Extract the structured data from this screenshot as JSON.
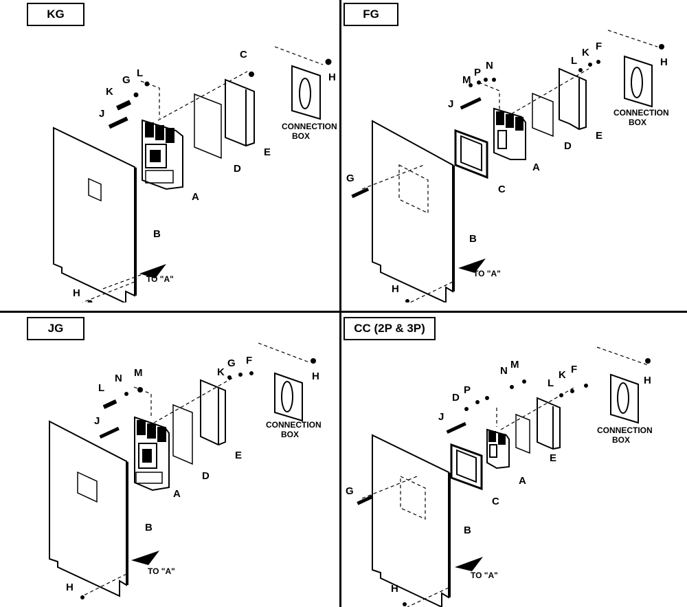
{
  "quadrants": [
    {
      "title": "KG",
      "to_a": "TO \"A\"",
      "connection_box": [
        "CONNECTION",
        "BOX"
      ],
      "labels": [
        "A",
        "B",
        "C",
        "D",
        "E",
        "G",
        "H",
        "H",
        "J",
        "K",
        "L"
      ]
    },
    {
      "title": "FG",
      "to_a": "TO \"A\"",
      "connection_box": [
        "CONNECTION",
        "BOX"
      ],
      "labels": [
        "A",
        "B",
        "C",
        "D",
        "E",
        "F",
        "G",
        "H",
        "H",
        "J",
        "K",
        "L",
        "M",
        "N",
        "P"
      ]
    },
    {
      "title": "JG",
      "to_a": "TO \"A\"",
      "connection_box": [
        "CONNECTION",
        "BOX"
      ],
      "labels": [
        "A",
        "B",
        "D",
        "E",
        "F",
        "G",
        "H",
        "H",
        "J",
        "K",
        "L",
        "M",
        "N"
      ]
    },
    {
      "title": "CC (2P & 3P)",
      "to_a": "TO \"A\"",
      "connection_box": [
        "CONNECTION",
        "BOX"
      ],
      "labels": [
        "A",
        "B",
        "C",
        "D",
        "E",
        "F",
        "G",
        "H",
        "H",
        "J",
        "K",
        "L",
        "M",
        "N",
        "P"
      ]
    }
  ]
}
